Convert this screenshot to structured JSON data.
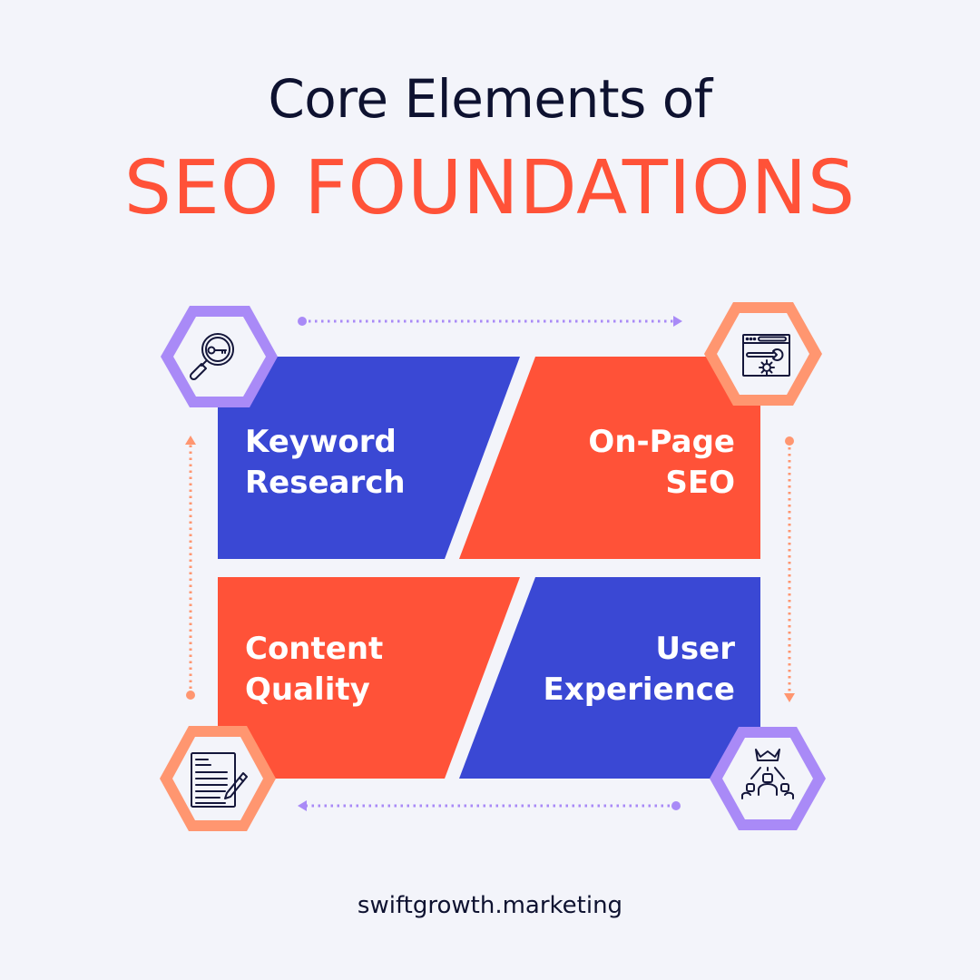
{
  "header": {
    "title_line1": "Core Elements of",
    "title_line2": "SEO FOUNDATIONS"
  },
  "colors": {
    "background": "#f3f4fa",
    "blue": "#3a48d4",
    "red": "#ff5238",
    "purple": "#a98af7",
    "peach": "#ff9670",
    "dark_text": "#0e1230"
  },
  "quadrants": [
    {
      "id": "keyword-research",
      "line1": "Keyword",
      "line2": "Research",
      "color": "blue",
      "icon": "magnifier-key-icon"
    },
    {
      "id": "on-page-seo",
      "line1": "On-Page",
      "line2": "SEO",
      "color": "red",
      "icon": "browser-wrench-gear-icon"
    },
    {
      "id": "content-quality",
      "line1": "Content",
      "line2": "Quality",
      "color": "red",
      "icon": "document-pencil-icon"
    },
    {
      "id": "user-experience",
      "line1": "User",
      "line2": "Experience",
      "color": "blue",
      "icon": "crown-people-icon"
    }
  ],
  "footer": {
    "website": "swiftgrowth.marketing"
  }
}
